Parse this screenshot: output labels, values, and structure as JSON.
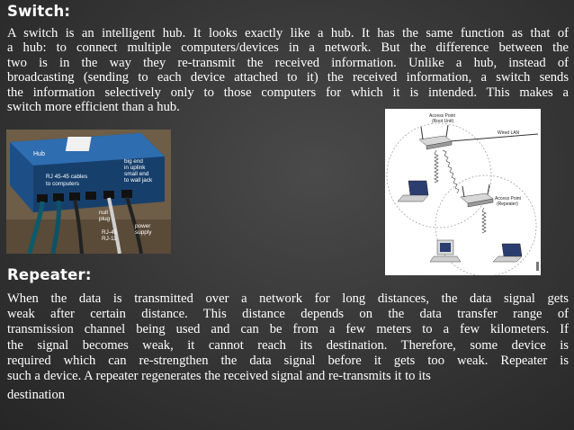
{
  "switch": {
    "heading": "Switch:",
    "lines": [
      "A switch is an intelligent hub. It looks exactly like a hub. It has the same function as that of",
      "a hub: to connect multiple computers/devices in a network. But the difference between the",
      "two is in the way they re-transmit the received information. Unlike a hub, instead of",
      "broadcasting (sending to each device attached to it) the received information, a switch sends",
      "the information selectively only to those computers for which it is intended. This makes a",
      "switch more efficient than a hub."
    ]
  },
  "hub_photo": {
    "labels": {
      "hub": "Hub",
      "rj45_1": "RJ 45-45 cables",
      "rj45_2": "to computers",
      "big_end_1": "big end",
      "big_end_2": "in uplink",
      "big_end_3": "small end",
      "big_end_4": "to wall jack",
      "null_1": "null",
      "null_2": "plug",
      "rj_1": "RJ-45",
      "rj_2": "RJ-11",
      "power_1": "power",
      "power_2": "supply"
    }
  },
  "ap_diagram": {
    "labels": {
      "root_1": "Access Point",
      "root_2": "(Root Unit)",
      "wired": "Wired LAN",
      "rep_1": "Access Point",
      "rep_2": "(Repeater)"
    }
  },
  "repeater": {
    "heading": "Repeater:",
    "lines": [
      "When the data is transmitted over a network for long distances, the data signal gets",
      "weak after certain distance. This distance depends on the data transfer range of",
      "transmission channel being used and can be from a few meters to a few kilometers. If",
      "the signal becomes weak, it cannot reach its destination. Therefore, some device is",
      "required which can re-strengthen the data signal before it gets too weak. Repeater is",
      "such a device. A repeater regenerates the received signal and re-transmits it to its"
    ],
    "tail": "destination"
  }
}
